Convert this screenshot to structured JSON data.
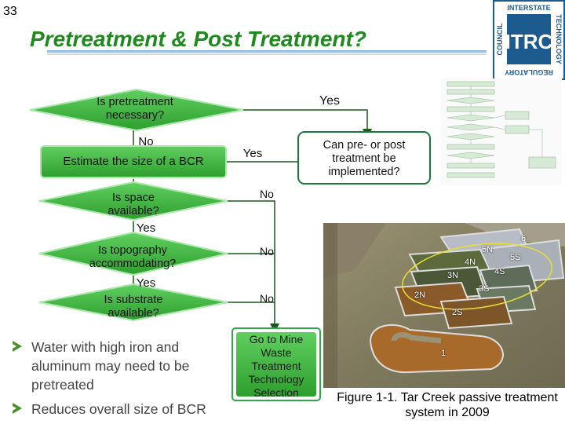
{
  "slide": {
    "number": "33",
    "title": "Pretreatment & Post Treatment?"
  },
  "logo": {
    "top_text": "INTERSTATE",
    "right_text": "TECHNOLOGY",
    "bottom_text": "REGULATORY",
    "left_text": "COUNCIL",
    "center_text": "ITRC"
  },
  "flowchart": {
    "q_pretreatment": "Is pretreatment necessary?",
    "estimate_bcr": "Estimate the size of a BCR",
    "q_space": "Is space available?",
    "q_topography": "Is topography accommodating?",
    "q_substrate": "Is substrate available?",
    "q_can_implement": "Can pre- or post treatment be implemented?",
    "go_to_mine": "Go to Mine Waste Treatment Technology Selection",
    "edge_yes_top": "Yes",
    "edge_no_1": "No",
    "edge_yes_estimate": "Yes",
    "edge_no_space": "No",
    "edge_yes_space": "Yes",
    "edge_no_topo": "No",
    "edge_yes_topo": "Yes",
    "edge_no_substrate": "No"
  },
  "bullets": [
    "Water with high iron and aluminum may need to be pretreated",
    "Reduces overall size of BCR"
  ],
  "photo": {
    "labels": [
      "6",
      "5N",
      "5S",
      "4N",
      "4S",
      "3N",
      "3S",
      "2N",
      "2S",
      "1"
    ],
    "caption": "Figure 1-1. Tar Creek passive treatment system in 2009"
  },
  "colors": {
    "title": "#1e8a1e",
    "diamond_fill": "#3bb33b",
    "diamond_stroke": "#8fd88f",
    "callout_border": "#1a7a3a",
    "bullet_mark": "#4a8f2a"
  }
}
